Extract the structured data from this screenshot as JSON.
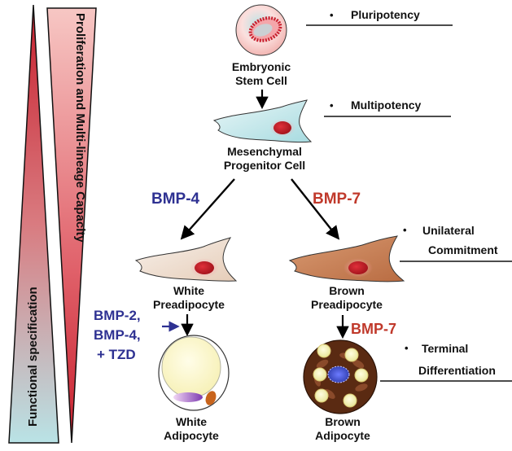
{
  "gradients": {
    "functional_label": "Functional specification",
    "proliferation_label": "Proliferation and Multi-lineage Capacity"
  },
  "cells": {
    "esc_label_1": "Embryonic",
    "esc_label_2": "Stem Cell",
    "mpc_label_1": "Mesenchymal",
    "mpc_label_2": "Progenitor Cell",
    "white_pre_label_1": "White",
    "white_pre_label_2": "Preadipocyte",
    "brown_pre_label_1": "Brown",
    "brown_pre_label_2": "Preadipocyte",
    "white_adi_label_1": "White",
    "white_adi_label_2": "Adipocyte",
    "brown_adi_label_1": "Brown",
    "brown_adi_label_2": "Adipocyte"
  },
  "factors": {
    "bmp4": "BMP-4",
    "bmp7_left": "BMP-7",
    "bmp2_line1": "BMP-2,",
    "bmp2_line2": "BMP-4,",
    "bmp2_line3": "+ TZD",
    "bmp7_lower": "BMP-7"
  },
  "stages": {
    "bullet": "•",
    "pluripotency": "Pluripotency",
    "multipotency": "Multipotency",
    "unilateral_1": "Unilateral",
    "unilateral_2": "Commitment",
    "terminal_1": "Terminal",
    "terminal_2": "Differentiation"
  },
  "colors": {
    "blue_factor": "#2e3192",
    "red_factor": "#c0392b",
    "teal": "#b9e3e6",
    "red_grad": "#c8202e",
    "pink_grad": "#f7c7c4",
    "brown_cell": "#5a2a12",
    "brown_pre": "#c27a52"
  }
}
